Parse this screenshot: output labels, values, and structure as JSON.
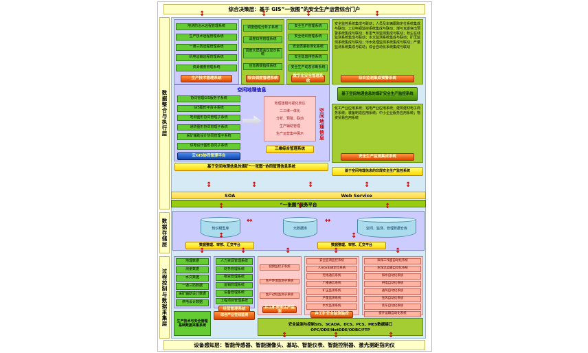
{
  "banners": {
    "top": "综合决策层：基于 GIS“一张图”的安全生产运营综合门户",
    "bottom": "设备感知层：智能传感器、智能摄像头、基站、智能仪表、智能控制器、激光测距指向仪"
  },
  "layer_labels": {
    "integration": "数据整合与执行层",
    "storage": "数据存储层",
    "process": "过程控制与数据采集层"
  },
  "icons": {
    "vertical_arrow": "↕",
    "horizontal_arrow": "↔"
  },
  "top_panels": {
    "production": {
      "items": [
        "地测防治水远程管理系统",
        "生产技术远程管理系统",
        "一通三防远程管理系统",
        "机电运输远程管理系统",
        "资源储量管理系统"
      ],
      "button": "生产技术管理系统"
    },
    "dispatch": {
      "items": [
        "调度值班分析子系统",
        "调度日常管理系统",
        "调度大屏幕会议显示系统",
        "应急救援指挥系统"
      ],
      "button": "综合调度管理系统"
    },
    "safety": {
      "items": [
        "安全生产管理系统",
        "安全培训管理系统",
        "安全质量标准化系统",
        "安全隐患排查系统",
        "安全生产动态诊断系统"
      ],
      "button": "数字化安全管理系统"
    },
    "monitoring": {
      "text": "安全监控系统集成与联动；人员及车辆跟踪定位系统集成与联动；工业电视监控系统集成与联动；煤与瓦斯突出预警系统集成与联动；有害气体监测集成与联动；粉尘在线监测系统集成与联动；水文监测系统集成与联动；矿压监测系统集成与联动；污水处理监测系统集成与联动；产量监测系统集成与联动；综合自动化系统集成与联动",
      "button": "综合监测集成预警系统",
      "footer_button": "基于空间地理信息的煤矿安全生产监控系统"
    }
  },
  "gis": {
    "title": "空间地理信息",
    "left_items": [
      "协同管理GIS服务子系统",
      "GIS图形平台子系统",
      "地测图形协同管理子系统",
      "通防图形协同管理子系统",
      "采矿辅助设计协同管理子系统",
      "供电设计图形协同子系统"
    ],
    "left_button": "云GIS协同管理平台",
    "right_items": [
      "地理建模可视化表达",
      "二三维一体化",
      "分析、预警、联动",
      "生产辅助管理",
      "生产运营集中展示"
    ],
    "right_button": "三维综合管理系统",
    "side_label": "空间地理信息",
    "footer_button": "基于空间地理信息的煤矿“一张图”协同管理信息系统"
  },
  "noncoal": {
    "text": "化工产业应用系统；铝电产业应用系统；建筑建材电子商务系统；装备制造应用系统；中小企业服务应用系统；物资贸易应用系统",
    "button": "安全生产监测集成系统",
    "footer_button": "基于空间地理信息的非煤安全生产监控系统"
  },
  "service_bus": {
    "soa": "SOA",
    "web_service": "Web Service",
    "platform": "“一张图”服务平台"
  },
  "storage": {
    "databases": [
      "知识模型库",
      "元数据库",
      "空间、监测、管理数据仓库"
    ],
    "platform_left": "数据整理、审核、汇交平台",
    "platform_right": "数据整理、审核、汇交平台"
  },
  "process": {
    "base_data": {
      "items": [
        "地理数据",
        "测量数据",
        "水文数据",
        "一通三防数据",
        "采矿辅助设计数据",
        "供电设计数据"
      ],
      "footer": "生产技术与安全管理基础数据采集系统"
    },
    "management": {
      "items": [
        "人力资源管理系统",
        "财务管理系统",
        "物资管理系统",
        "运销管理系统",
        "设备管理系统",
        "工程项目管理系统"
      ],
      "button": "经营管理系统",
      "footer": "综合产业在线监测"
    },
    "video": {
      "items": [
        "视频监控子系统",
        "生产环境监测子系统",
        "生产过程监测子系统"
      ],
      "button": "井工矿安全生产监测"
    },
    "monitoring": {
      "items": [
        "安全监测监控系统",
        "人员与车辆定位系统",
        "无线通信系统",
        "广播通信系统",
        "矿压监测系统",
        "产量监测系统",
        "水文监测系统"
      ],
      "button": "井工矿安全监测监控"
    },
    "automation": {
      "items": [
        "采煤工作面自动化系统",
        "主煤流运输自动化系统",
        "排水自动化系统",
        "供电自动化系统",
        "通风自动化系统",
        "压风自动化系统",
        "装车自动化系统",
        "提升运输自动化系统"
      ],
      "button": "井工矿过程自动化"
    },
    "interface_line1": "安全监测与控制SIS、SCADA、DCS、PCS、MES数据接口",
    "interface_line2": "OPC/DDE/NetDDE/ODBC/FTP"
  }
}
